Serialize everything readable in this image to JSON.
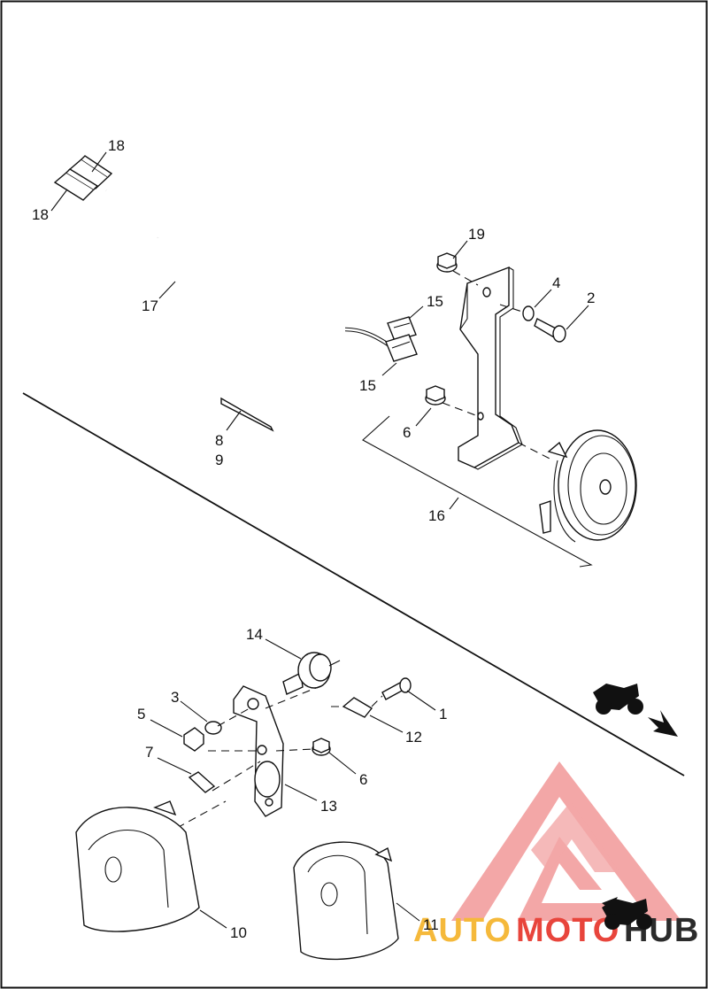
{
  "diagram": {
    "callouts": [
      {
        "id": "c18a",
        "text": "18"
      },
      {
        "id": "c18b",
        "text": "18"
      },
      {
        "id": "c17",
        "text": "17"
      },
      {
        "id": "c15a",
        "text": "15"
      },
      {
        "id": "c15b",
        "text": "15"
      },
      {
        "id": "c19",
        "text": "19"
      },
      {
        "id": "c4",
        "text": "4"
      },
      {
        "id": "c2",
        "text": "2"
      },
      {
        "id": "c6a",
        "text": "6"
      },
      {
        "id": "c8",
        "text": "8"
      },
      {
        "id": "c9",
        "text": "9"
      },
      {
        "id": "c16",
        "text": "16"
      },
      {
        "id": "c14",
        "text": "14"
      },
      {
        "id": "c3",
        "text": "3"
      },
      {
        "id": "c5",
        "text": "5"
      },
      {
        "id": "c7",
        "text": "7"
      },
      {
        "id": "c1",
        "text": "1"
      },
      {
        "id": "c12",
        "text": "12"
      },
      {
        "id": "c6b",
        "text": "6"
      },
      {
        "id": "c13",
        "text": "13"
      },
      {
        "id": "c10",
        "text": "10"
      },
      {
        "id": "c11",
        "text": "11"
      }
    ]
  },
  "watermark": {
    "text_auto": "AUTO",
    "text_moto": "MOTO",
    "text_hub": "HUB",
    "colors": {
      "auto": "#f5b93b",
      "moto": "#e8453c",
      "hub": "#2b2b2b",
      "triangle": "#ef8a8a"
    }
  },
  "icons": {
    "upper_right": "motorcycle-forward-arrow-icon",
    "lower_right": "motorcycle-forward-arrow-icon"
  }
}
